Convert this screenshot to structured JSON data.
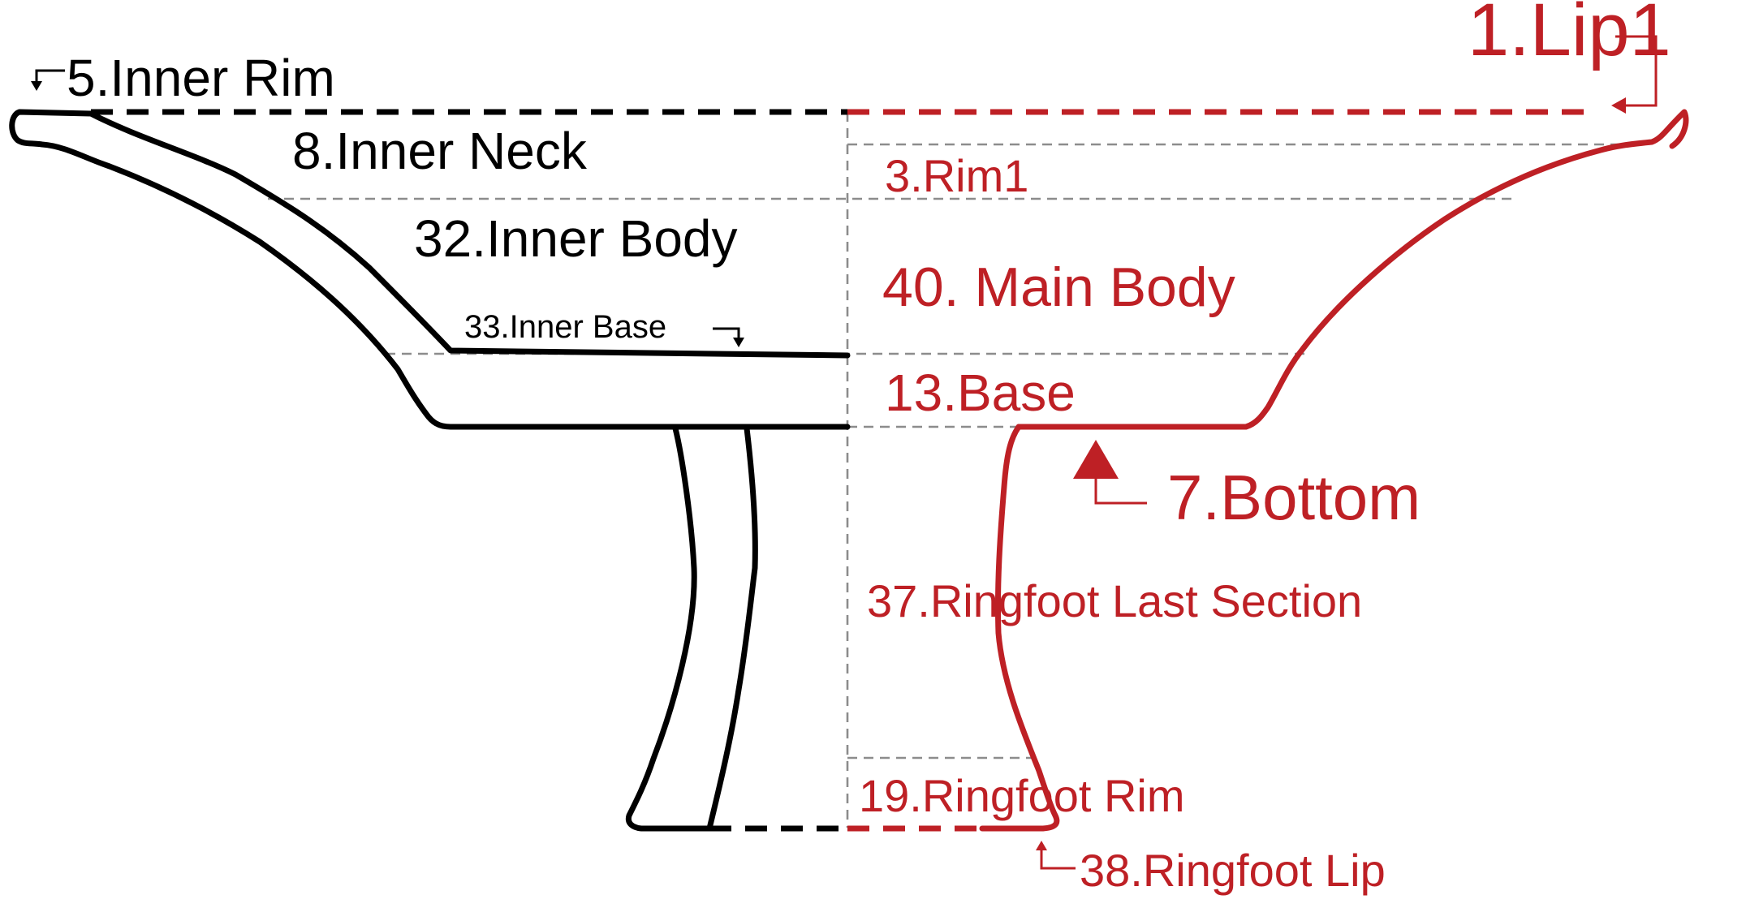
{
  "colors": {
    "outer": "#be2025",
    "inner": "#000000",
    "guide": "#8c8c8c"
  },
  "labels": {
    "lip": "1.Lip1",
    "inner_rim": "5.Inner Rim",
    "inner_neck": "8.Inner Neck",
    "rim": "3.Rim1",
    "inner_body": "32.Inner Body",
    "main_body": "40. Main Body",
    "inner_base": "33.Inner Base",
    "base": "13.Base",
    "bottom": "7.Bottom",
    "ringfoot_last_section": "37.Ringfoot Last Section",
    "ringfoot_rim": "19.Ringfoot Rim",
    "ringfoot_lip": "38.Ringfoot Lip"
  }
}
